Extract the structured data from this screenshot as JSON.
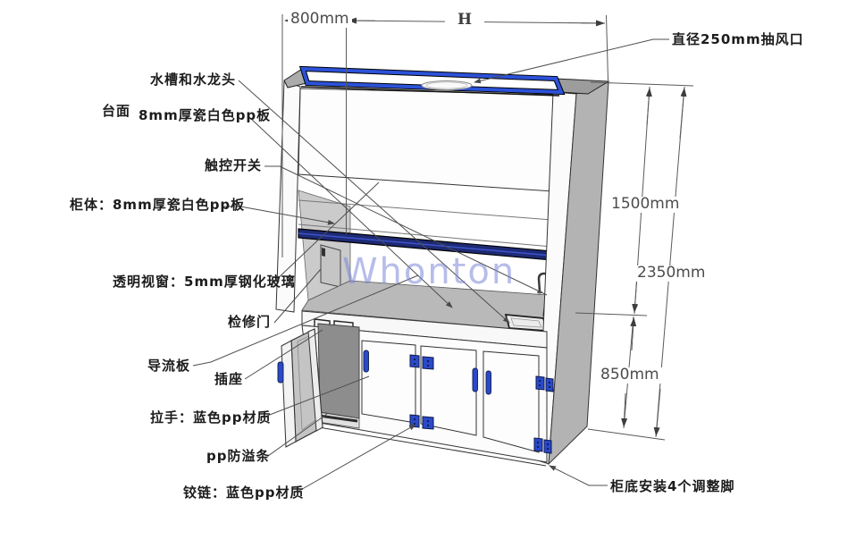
{
  "watermark": "Whonton",
  "dimensions": {
    "top_depth": "800mm",
    "width_symbol": "H",
    "upper_height": "1500mm",
    "total_height": "2350mm",
    "base_height": "850mm"
  },
  "labels": {
    "sink_faucet": "水槽和水龙头",
    "worktop_prefix": "台面",
    "worktop_spec": "8mm厚瓷白色pp板",
    "touch_switch": "触控开关",
    "cabinet_body": "柜体：8mm厚瓷白色pp板",
    "window": "透明视窗：5mm厚钢化玻璃",
    "access_door": "检修门",
    "baffle": "导流板",
    "socket": "插座",
    "handle": "拉手：蓝色pp材质",
    "overflow_strip": "pp防溢条",
    "hinge": "铰链：蓝色pp材质",
    "exhaust_port": "直径250mm抽风口",
    "adjust_feet": "柜底安装4个调整脚"
  },
  "colors": {
    "frame_blue": "#2c52d8",
    "sash_bar_navy": "#1e2a74",
    "hardware_blue": "#2a49c9",
    "watermark_blue": "#8890d8",
    "panel_gray": "#b9b9b9"
  }
}
